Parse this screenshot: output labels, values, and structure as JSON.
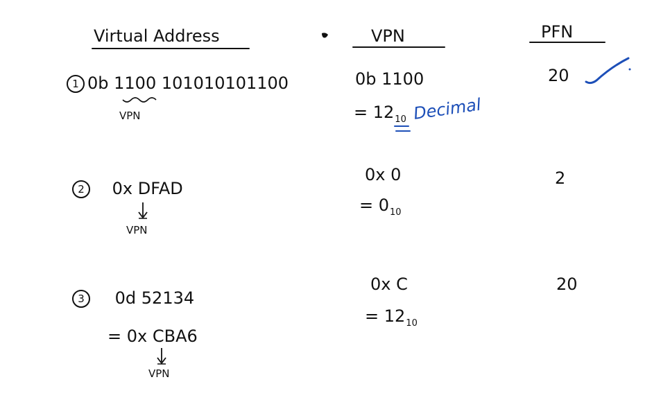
{
  "headers": {
    "virtual_address": "Virtual Address",
    "vpn": "VPN",
    "pfn": "PFN"
  },
  "rows": [
    {
      "number": "1",
      "address": "0b 1100 101010101100",
      "vpn_note": "VPN",
      "vpn_value": "0b 1100",
      "vpn_decimal": "12",
      "vpn_decimal_base": "10",
      "pfn": "20"
    },
    {
      "number": "2",
      "address": "0x DFAD",
      "vpn_note": "VPN",
      "vpn_value": "0x 0",
      "vpn_decimal": "0",
      "vpn_decimal_base": "10",
      "pfn": "2"
    },
    {
      "number": "3",
      "address": "0d 52134",
      "address_hex": "= 0x CBA6",
      "vpn_note": "VPN",
      "vpn_value": "0x C",
      "vpn_decimal": "12",
      "vpn_decimal_base": "10",
      "pfn": "20"
    }
  ],
  "annotations": {
    "decimal": "Decimal",
    "equals": "=",
    "check_icon": "checkmark-icon",
    "ink_blue": "#1d4fb8",
    "ink_black": "#111111"
  }
}
